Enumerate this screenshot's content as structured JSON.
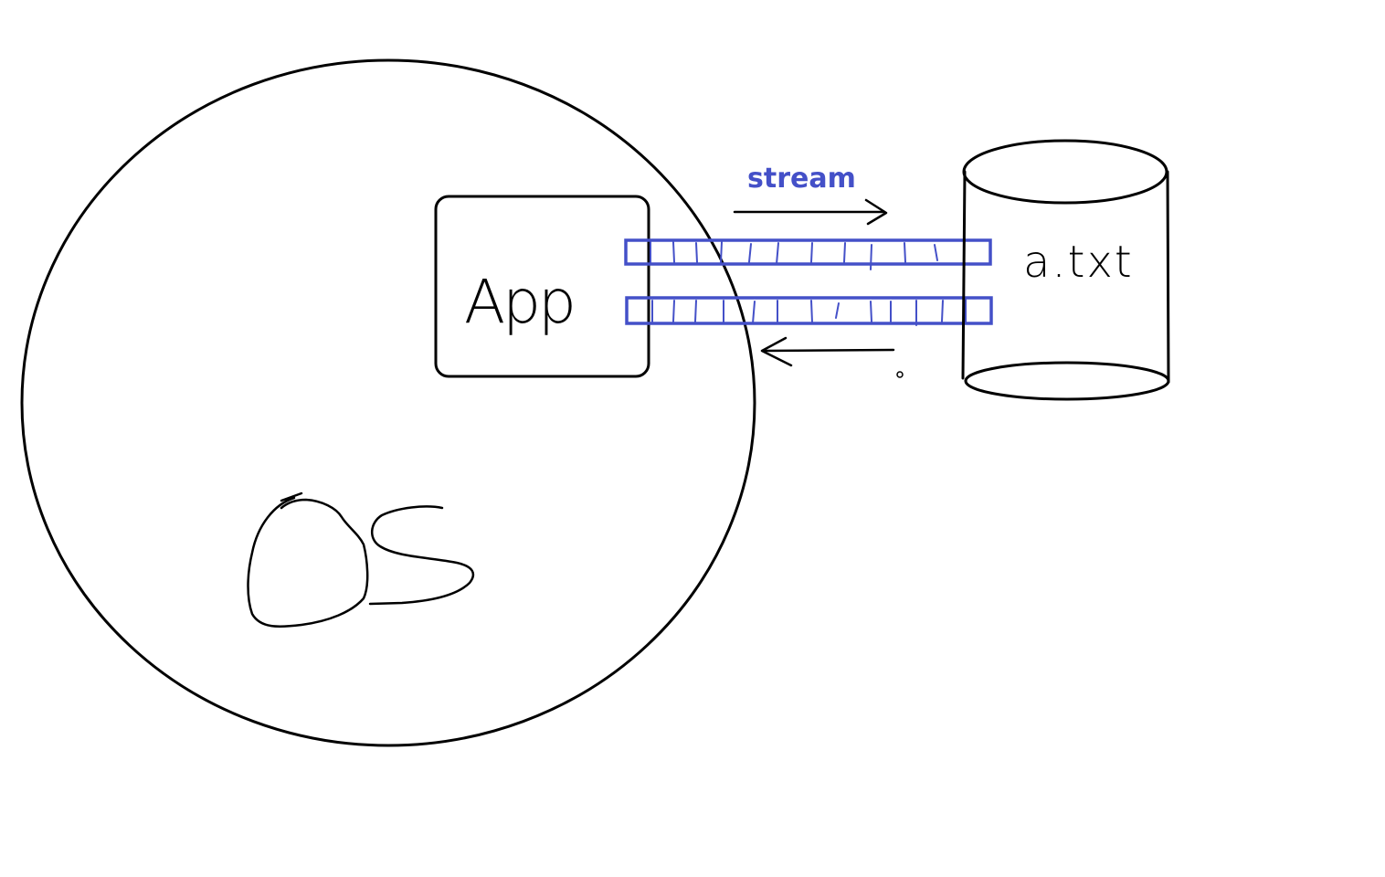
{
  "labels": {
    "os": "OS",
    "app": "App",
    "stream": "stream",
    "file": "a.txt"
  },
  "colors": {
    "ink": "#000000",
    "stream_blue": "#4450c8",
    "background": "#ffffff"
  }
}
